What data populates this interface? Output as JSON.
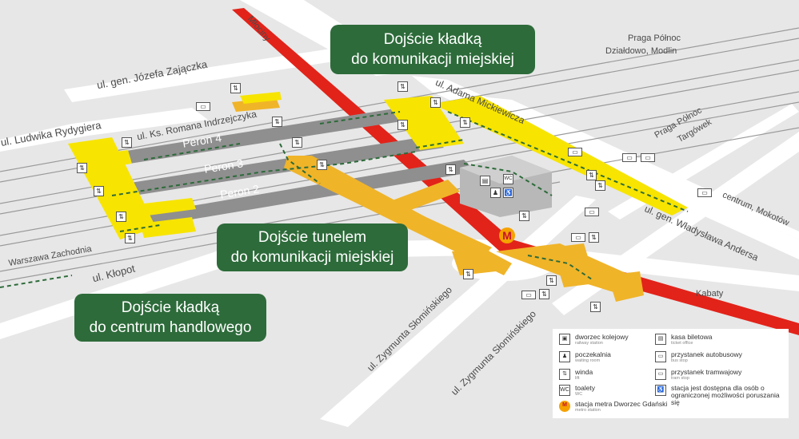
{
  "streets": {
    "rydygiera": "ul. Ludwika Rydygiera",
    "zajaczka": "ul. gen. Józefa Zajączka",
    "indrzejczyka": "ul. Ks. Romana Indrzejczyka",
    "mickiewicza": "ul. Adama Mickiewicza",
    "andersa": "ul. gen. Władysława Andersa",
    "klopot": "ul. Kłopot",
    "slominskiego": "ul. Zygmunta Słomińskiego"
  },
  "directions": {
    "mlociny": "Młociny",
    "praga_north_1": "Praga Północ",
    "dzialdowo": "Działdowo, Modlin",
    "praga_north_2": "Praga Północ",
    "targowek": "Targówek",
    "centrum_mokotow": "centrum, Mokotów",
    "warszawa_zachodnia": "Warszawa Zachodnia",
    "kabaty": "Kabaty"
  },
  "platforms": [
    "Peron 4",
    "Peron 3",
    "Peron 2"
  ],
  "callouts": {
    "footbridge_transport": [
      "Dojście kładką",
      "do komunikacji miejskiej"
    ],
    "tunnel_transport": [
      "Dojście  tunelem",
      "do komunikacji miejskiej"
    ],
    "footbridge_mall": [
      "Dojście  kładką",
      "do centrum handlowego"
    ]
  },
  "legend": [
    {
      "icon": "train-station-icon",
      "label": "dworzec kolejowy",
      "sub": "railway station"
    },
    {
      "icon": "waiting-room-icon",
      "label": "poczekalnia",
      "sub": "waiting room"
    },
    {
      "icon": "elevator-icon",
      "label": "winda",
      "sub": "lift"
    },
    {
      "icon": "toilet-icon",
      "label": "toalety",
      "sub": "WC"
    },
    {
      "icon": "metro-icon",
      "label": "stacja metra Dworzec Gdański",
      "sub": "metro station"
    },
    {
      "icon": "ticket-office-icon",
      "label": "kasa biletowa",
      "sub": "ticket office"
    },
    {
      "icon": "bus-stop-icon",
      "label": "przystanek autobusowy",
      "sub": "bus stop"
    },
    {
      "icon": "tram-stop-icon",
      "label": "przystanek tramwajowy",
      "sub": "tram stop"
    },
    {
      "icon": "accessibility-icon",
      "label": "stacja jest dostępna dla osób o ograniczonej możliwości poruszania się",
      "sub": ""
    }
  ],
  "glyphs": {
    "wc": "WC",
    "metro": "M"
  },
  "colors": {
    "background": "#e7e7e7",
    "road": "#ffffff",
    "platform": "#8f8f8f",
    "footbridge": "#f7e400",
    "tunnel": "#f0b429",
    "metro_line": "#e2231a",
    "callout": "#2d6b3a",
    "walking_path": "#2d6b3a"
  }
}
